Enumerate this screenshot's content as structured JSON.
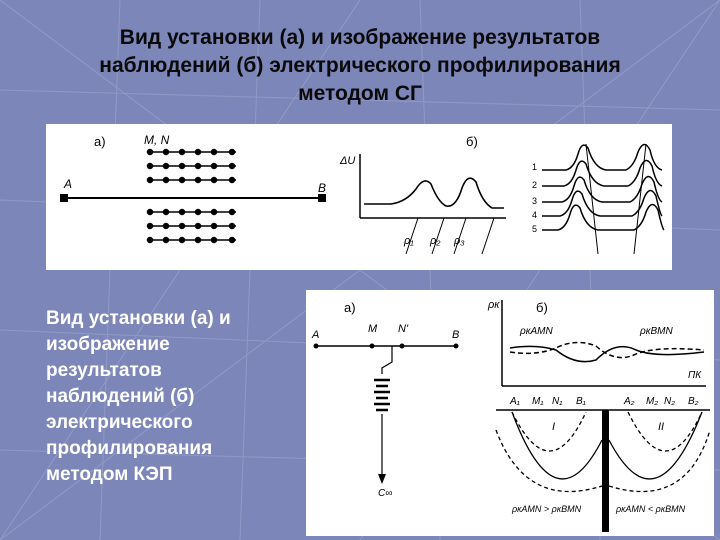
{
  "slide": {
    "title_lines": [
      "Вид установки (а) и изображение результатов",
      "наблюдений (б) электрического профилирования",
      "методом СГ"
    ],
    "body_lines": [
      "Вид установки (а) и",
      "изображение",
      "результатов",
      "наблюдений (б)",
      "электрического",
      "профилирования",
      "методом КЭП"
    ]
  },
  "figure_sg": {
    "label_a": "а)",
    "label_b": "б)",
    "electrodes_mn": "M, N",
    "electrode_a": "A",
    "electrode_b": "B",
    "axis_label": "ΔU",
    "rho_labels": [
      "ρ₁",
      "ρ₂",
      "ρ₃"
    ],
    "trace_numbers": [
      "1",
      "2",
      "3",
      "4",
      "5"
    ]
  },
  "figure_kep": {
    "label_a": "а)",
    "label_b": "б)",
    "electrode_a": "A",
    "electrode_m": "M",
    "electrode_n": "N'",
    "electrode_b": "B",
    "c_label": "C∞",
    "rho_axis": "ρк",
    "pk_axis": "ПК",
    "curve_amn": "ρкAMN",
    "curve_bmn": "ρкBMN",
    "profile_points": [
      "A₁",
      "M₁",
      "N₁",
      "B₁",
      "A₂",
      "M₂",
      "N₂",
      "B₂"
    ],
    "zones": [
      "I",
      "II"
    ],
    "cond_left": "ρкAMN > ρкBMN",
    "cond_right": "ρкAMN < ρкBMN"
  }
}
